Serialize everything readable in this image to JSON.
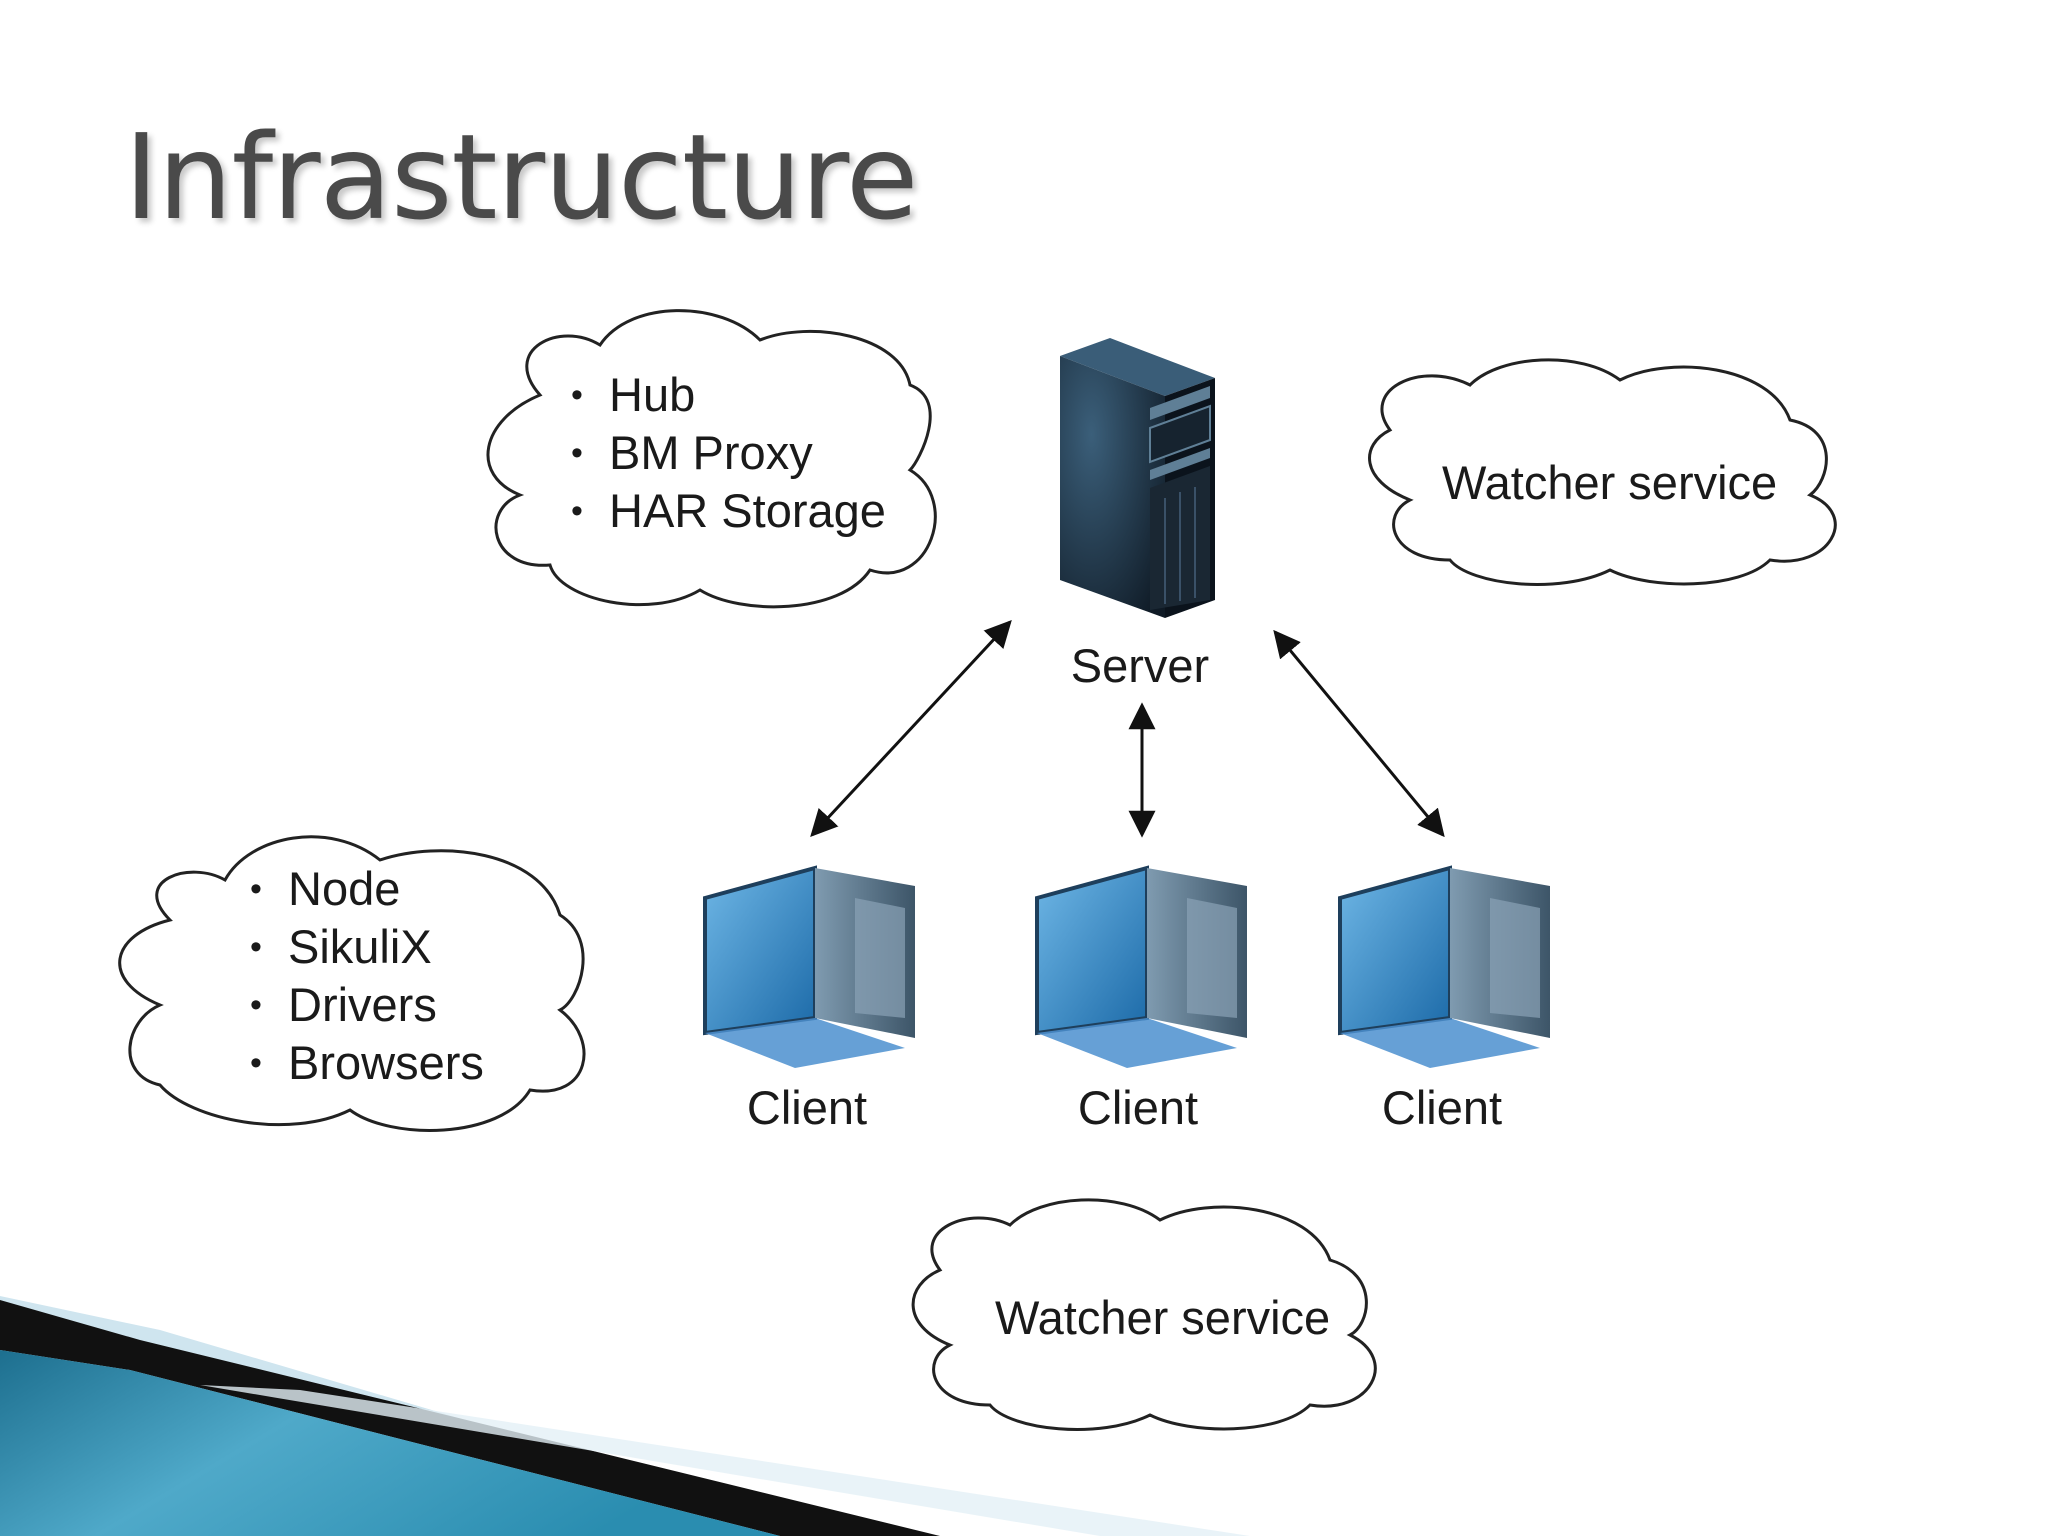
{
  "title": "Infrastructure",
  "server": {
    "label": "Server"
  },
  "server_cloud": {
    "items": [
      "Hub",
      "BM Proxy",
      "HAR Storage"
    ]
  },
  "server_watcher": {
    "label": "Watcher service"
  },
  "client_cloud": {
    "items": [
      "Node",
      "SikuliX",
      "Drivers",
      "Browsers"
    ]
  },
  "client_watcher": {
    "label": "Watcher service"
  },
  "clients": [
    {
      "label": "Client"
    },
    {
      "label": "Client"
    },
    {
      "label": "Client"
    }
  ],
  "colors": {
    "accent": "#1d6f8f",
    "accent_light": "#5bb4d4",
    "text": "#1a1a1a",
    "title": "#4a4a4a"
  }
}
